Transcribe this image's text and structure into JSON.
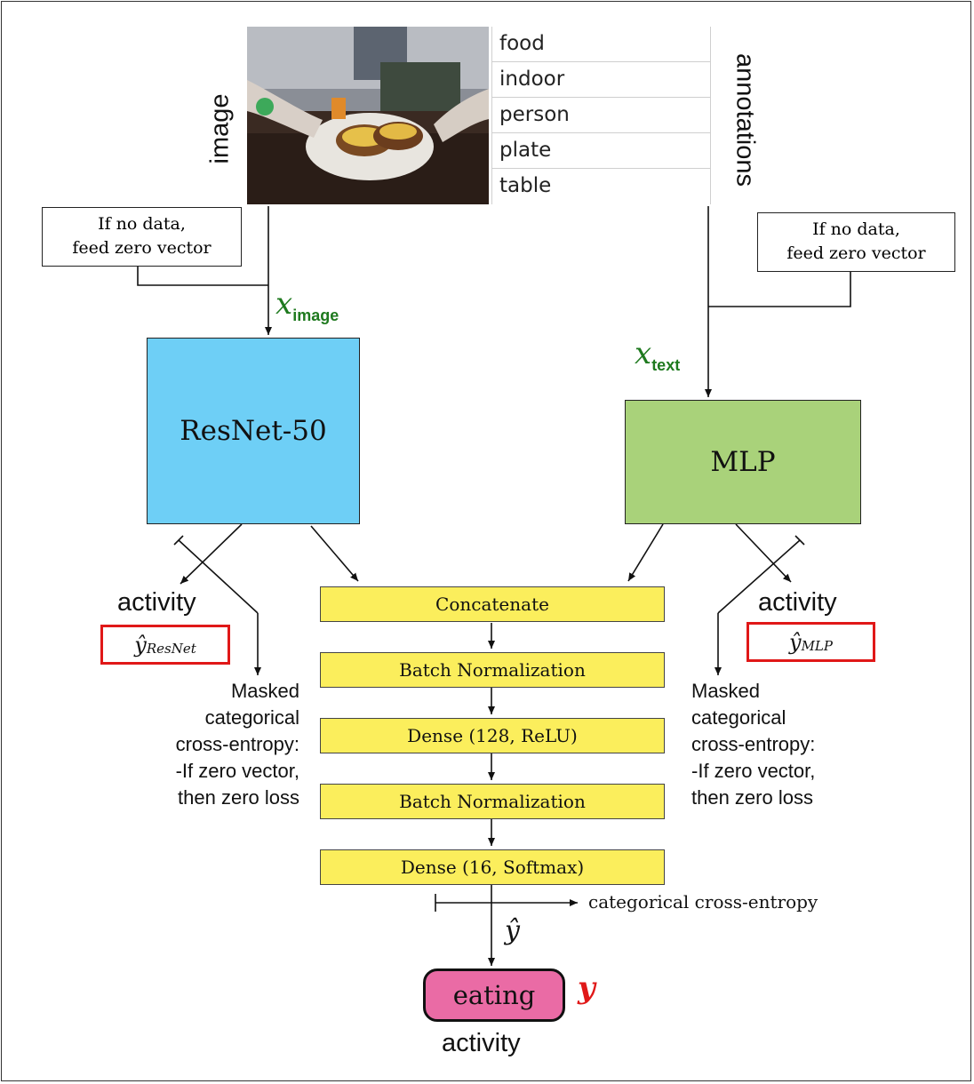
{
  "labels": {
    "image": "image",
    "annotations": "annotations",
    "x_symbol": "x",
    "x_image_sub": "image",
    "x_text_sub": "text"
  },
  "annotations": [
    "food",
    "indoor",
    "person",
    "plate",
    "table"
  ],
  "notes": {
    "left_line1": "If no data,",
    "left_line2": "feed zero vector",
    "right_line1": "If no data,",
    "right_line2": "feed zero vector"
  },
  "models": {
    "resnet": "ResNet-50",
    "mlp": "MLP"
  },
  "layers": [
    "Concatenate",
    "Batch Normalization",
    "Dense (128, ReLU)",
    "Batch Normalization",
    "Dense (16, Softmax)"
  ],
  "branch_outputs": {
    "left_activity": "activity",
    "left_pred_base": "ŷ",
    "left_pred_sub": "ResNet",
    "right_activity": "activity",
    "right_pred_base": "ŷ",
    "right_pred_sub": "MLP"
  },
  "masked_loss": {
    "left": [
      "Masked",
      "categorical",
      "cross-entropy:",
      "-If zero vector,",
      "then zero loss"
    ],
    "right": [
      "Masked",
      "categorical",
      "cross-entropy:",
      "-If zero vector,",
      "then zero loss"
    ]
  },
  "final": {
    "loss_label": "categorical cross-entropy",
    "y_hat": "ŷ",
    "prediction": "eating",
    "y_label": "y",
    "activity": "activity"
  },
  "colors": {
    "resnet": "#6ecff6",
    "mlp": "#a9d27a",
    "layer": "#fbee5c",
    "eating": "#ea6ba5",
    "green_text": "#1f7a1f",
    "red": "#e01818"
  }
}
